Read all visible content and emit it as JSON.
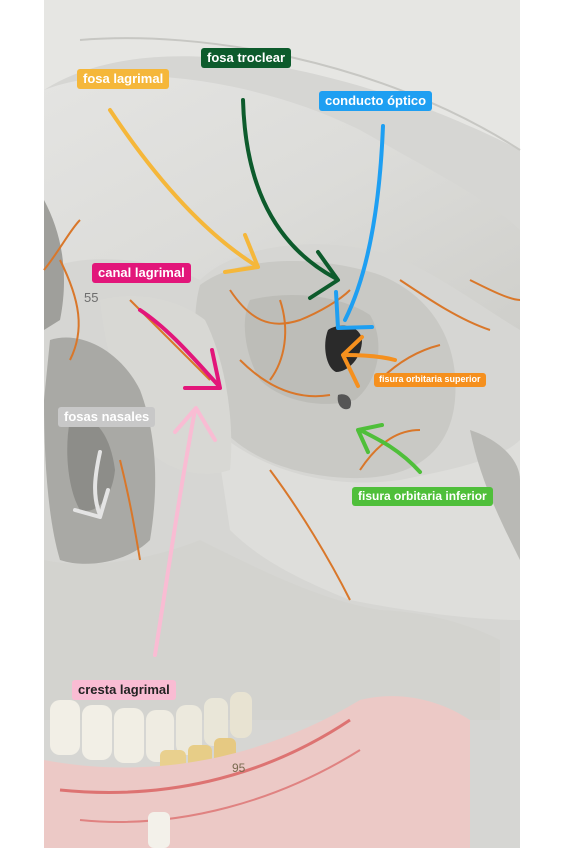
{
  "labels": {
    "fosa_lagrimal": "fosa lagrimal",
    "fosa_troclear": "fosa troclear",
    "conducto_optico": "conducto óptico",
    "canal_lagrimal": "canal lagrimal",
    "fisura_orbitaria_superior": "fisura orbitaria superior",
    "fosas_nasales": "fosas nasales",
    "fisura_orbitaria_inferior": "fisura orbitaria inferior",
    "cresta_lagrimal": "cresta lagrimal"
  },
  "specimen_marks": {
    "upper_left_number": "55",
    "lower_number": "95"
  },
  "colors": {
    "fosa_lagrimal": "#f5b73a",
    "fosa_troclear": "#0d5b2c",
    "conducto_optico": "#1e9ff2",
    "canal_lagrimal": "#e2167a",
    "fisura_orbitaria_superior": "#f5901e",
    "fosas_nasales": "#c8c8c8",
    "fisura_orbitaria_inferior": "#4fbf3a",
    "cresta_lagrimal": "#f9bcd3"
  }
}
